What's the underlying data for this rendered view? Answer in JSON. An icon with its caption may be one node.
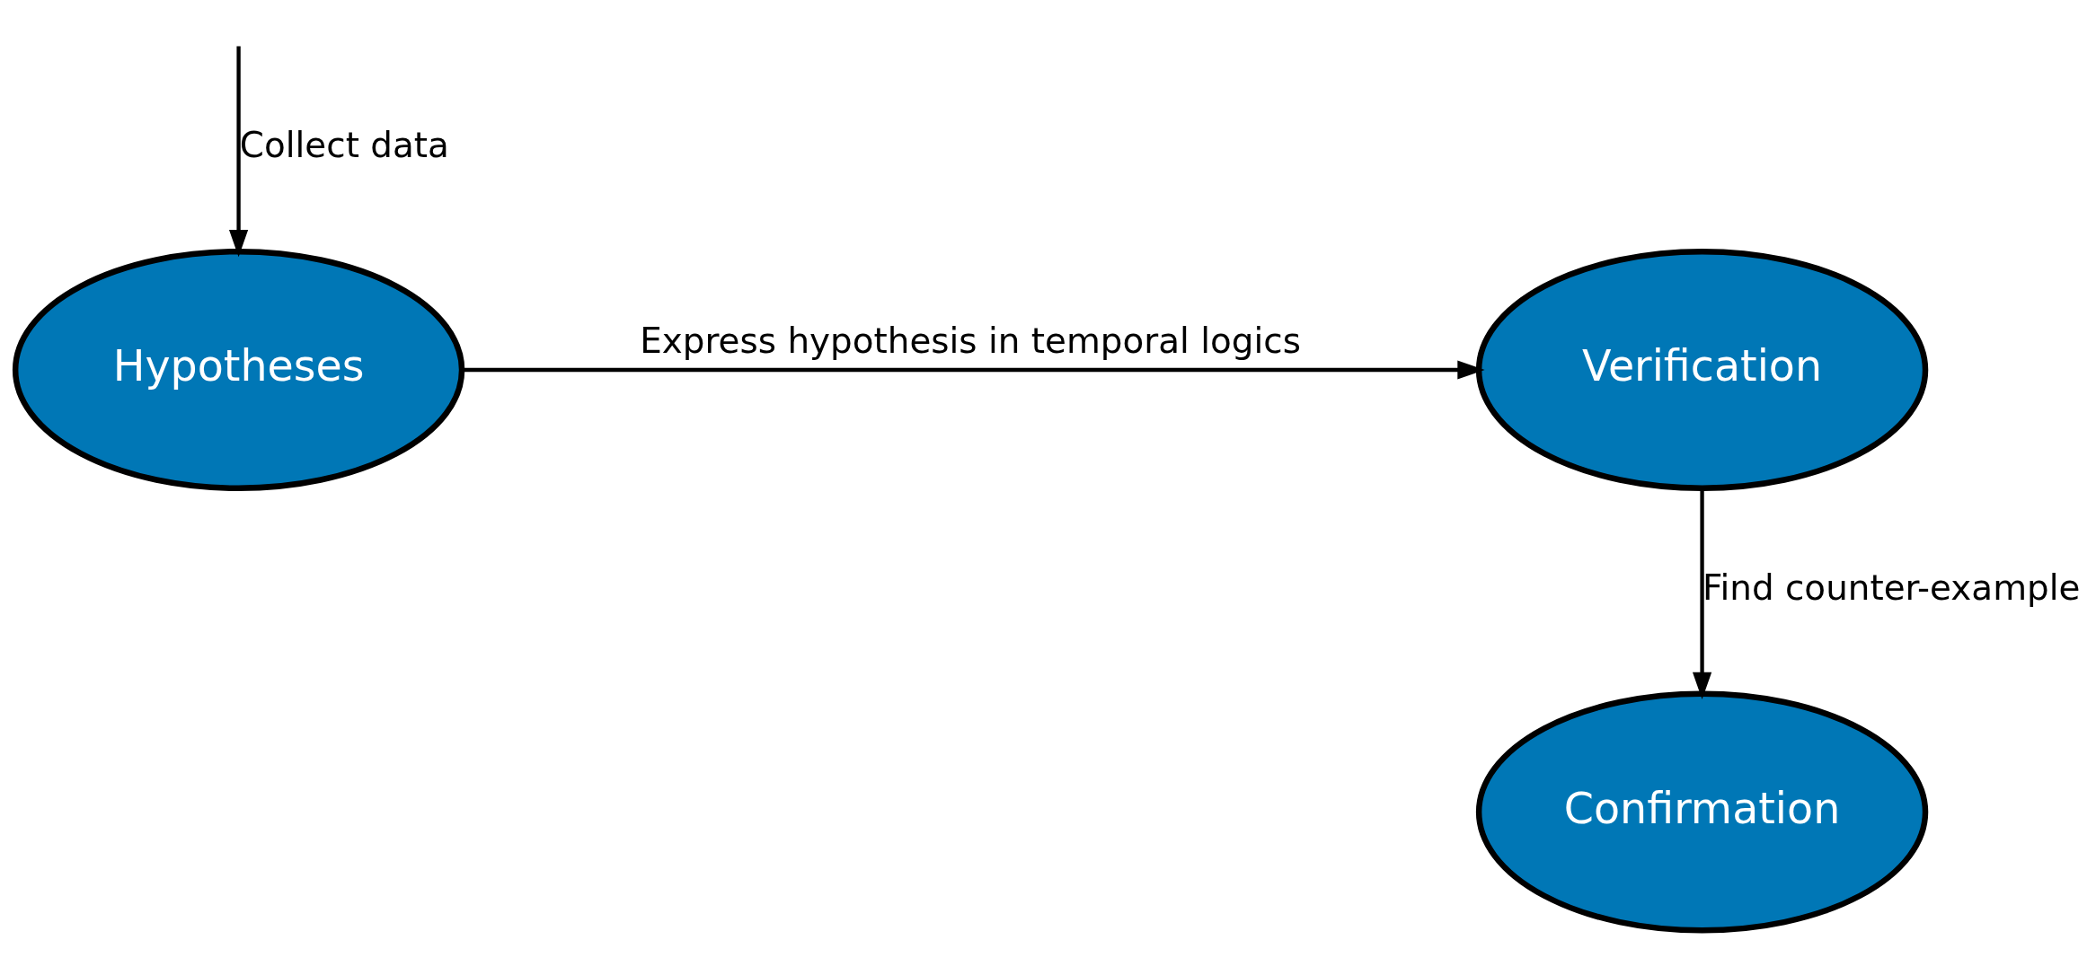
{
  "diagram": {
    "nodes": [
      {
        "text": [
          "Hypotheses"
        ]
      },
      {
        "text": [
          "Verification"
        ]
      },
      {
        "text": [
          "Confirmation"
        ]
      }
    ],
    "edges": [
      {
        "from": null,
        "to": 0,
        "arrow": "to",
        "label": "Collect data"
      },
      {
        "from": 0,
        "to": 1,
        "arrow": "to",
        "label": "Express hypothesis in temporal logics"
      },
      {
        "from": 1,
        "to": 2,
        "arrow": "to",
        "label": "Find counter-example"
      }
    ]
  }
}
